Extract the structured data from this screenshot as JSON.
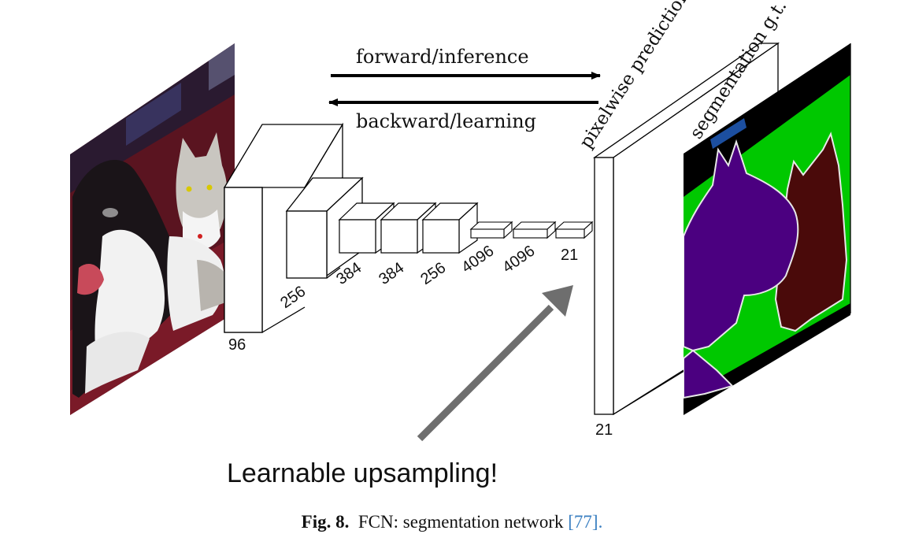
{
  "diagram": {
    "forward_label": "forward/inference",
    "backward_label": "backward/learning",
    "prediction_label": "pixelwise prediction",
    "gt_label": "segmentation g.t.",
    "upsampling_label": "Learnable upsampling!",
    "layer_labels": [
      "96",
      "256",
      "384",
      "384",
      "256",
      "4096",
      "4096",
      "21"
    ],
    "output_label": "21"
  },
  "caption": {
    "label": "Fig. 8.",
    "text": "FCN: segmentation network",
    "citation": "[77]."
  },
  "colors": {
    "gt_background": "#000000",
    "gt_grass": "#00c800",
    "gt_dog": "#4b0080",
    "gt_cat": "#4a0a0a",
    "gt_boundary": "#e8e8e8",
    "gt_marker": "#1c4fa0",
    "arrow_gray": "#6e6e6e"
  }
}
